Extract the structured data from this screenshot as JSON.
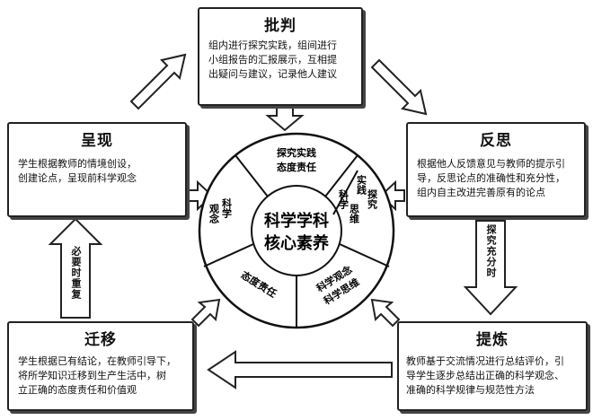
{
  "critique": {
    "title": "批判",
    "lines": [
      "组内进行探究实践，组间进行",
      "小组报告的汇报展示，互相提",
      "出疑问与建议，记录他人建议"
    ]
  },
  "present": {
    "title": "呈现",
    "lines": [
      "学生根据教师的情境创设，",
      "创建论点，呈现前科学观念"
    ]
  },
  "reflect": {
    "title": "反思",
    "lines": [
      "根据他人反馈意见与教师的提示引",
      "导，反思论点的准确性和充分性，",
      "组内自主改进完善原有的论点"
    ]
  },
  "transfer": {
    "title": "迁移",
    "lines": [
      "学生根据已有结论，在教师引导下，",
      "将所学知识迁移到生产生活中，树",
      "立正确的态度责任和价值观"
    ]
  },
  "refine": {
    "title": "提炼",
    "lines": [
      "教师基于交流情况进行总结评价，引",
      "导学生逐步总结出正确的科学观念、",
      "准确的科学规律与规范性方法"
    ]
  },
  "wheel": {
    "center": [
      "科学学科",
      "核心素养"
    ],
    "segments": {
      "top": [
        "探究实践",
        "态度责任"
      ],
      "left": [
        "科学",
        "观念"
      ],
      "right_a": [
        "科学",
        "思维"
      ],
      "right_b": [
        "探究",
        "实践"
      ],
      "bottom_left": "态度责任",
      "bottom_right": [
        "科学观念",
        "科学思维"
      ]
    }
  },
  "arrow_labels": {
    "left_up": "必要时重复",
    "right_down": "探究充分时"
  }
}
